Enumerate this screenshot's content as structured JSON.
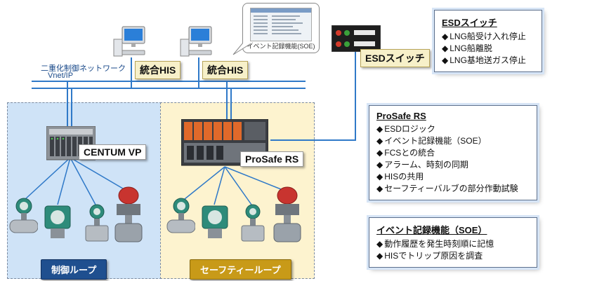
{
  "network": {
    "label_line1": "二重化制御ネットワーク",
    "label_line2": "Vnet/IP"
  },
  "his": {
    "left_label": "統合HIS",
    "right_label": "統合HIS"
  },
  "soe_bubble": {
    "caption": "イベント記録機能(SOE)"
  },
  "esd_switch_label": "ESDスイッチ",
  "controllers": {
    "centum": "CENTUM VP",
    "prosafe": "ProSafe RS"
  },
  "loops": {
    "control": "制御ループ",
    "safety": "セーフティーループ"
  },
  "esd_box": {
    "title": "ESDスイッチ",
    "items": [
      "LNG船受け入れ停止",
      "LNG船離脱",
      "LNG基地送ガス停止"
    ]
  },
  "prosafe_box": {
    "title": "ProSafe RS",
    "items": [
      "ESDロジック",
      "イベント記録機能（SOE）",
      "FCSとの統合",
      "アラーム、時刻の同期",
      "HISの共用",
      "セーフティーバルブの部分作動試験"
    ]
  },
  "soe_box": {
    "title": "イベント記録機能（SOE）",
    "items": [
      "動作履歴を発生時刻順に記憶",
      "HISでトリップ原因を調査"
    ]
  },
  "colors": {
    "network_line": "#2f79c8",
    "control_zone": "#cfe3f7",
    "safety_zone": "#fdf3cf",
    "control_button": "#1f4f8f",
    "safety_button": "#c89a18"
  }
}
